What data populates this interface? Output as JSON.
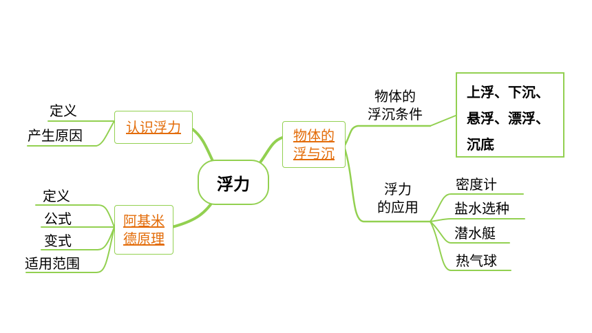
{
  "center": "浮力",
  "left": {
    "branch1": {
      "label": "认识浮力",
      "children": [
        "定义",
        "产生原因"
      ]
    },
    "branch2": {
      "line1": "阿基米",
      "line2": "德原理",
      "children": [
        "定义",
        "公式",
        "变式",
        "适用范围"
      ]
    }
  },
  "right": {
    "branch": {
      "line1": "物体的",
      "line2": "浮与沉"
    },
    "sub1": {
      "line1": "物体的",
      "line2": "浮沉条件",
      "detail": [
        "上浮、下沉、",
        "悬浮、漂浮、",
        "沉底"
      ]
    },
    "sub2": {
      "line1": "浮力",
      "line2": "的应用",
      "children": [
        "密度计",
        "盐水选种",
        "潜水艇",
        "热气球"
      ]
    }
  },
  "colors": {
    "line": "#92d050",
    "highlight": "#e36c09"
  }
}
